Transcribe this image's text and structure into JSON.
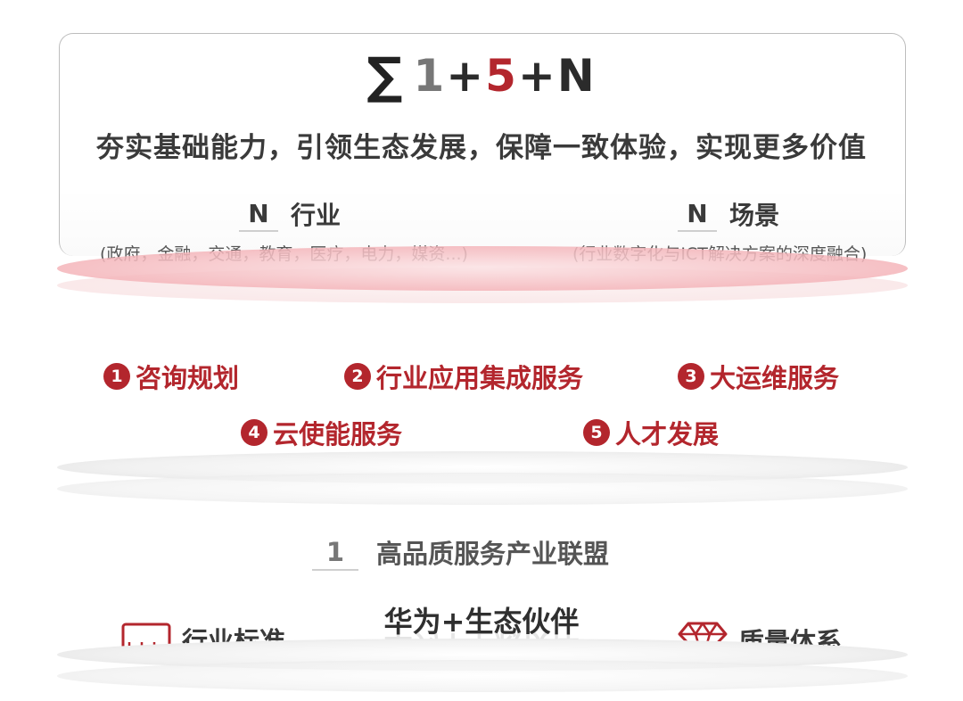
{
  "formula": {
    "sigma": "∑",
    "one": "1",
    "plus1": "+",
    "five": "5",
    "plus2": "+",
    "n": "N"
  },
  "slogan": "夯实基础能力，引领生态发展，保障一致体验，实现更多价值",
  "n_industry": {
    "mark": "N",
    "title": "行业",
    "subtitle": "(政府，金融，交通，教育，医疗，电力，媒资...)"
  },
  "n_scenario": {
    "mark": "N",
    "title": "场景",
    "subtitle": "(行业数字化与ICT解决方案的深度融合)"
  },
  "services": [
    {
      "num": "1",
      "label": "咨询规划"
    },
    {
      "num": "2",
      "label": "行业应用集成服务"
    },
    {
      "num": "3",
      "label": "大运维服务"
    },
    {
      "num": "4",
      "label": "云使能服务"
    },
    {
      "num": "5",
      "label": "人才发展"
    }
  ],
  "alliance": {
    "mark": "1",
    "title": "高品质服务产业联盟"
  },
  "partner": "华为+生态伙伴",
  "bottom_left": {
    "icon": "ruler-icon",
    "label": "行业标准"
  },
  "bottom_right": {
    "icon": "diamond-icon",
    "label": "质量体系"
  },
  "colors": {
    "accent": "#b3262d",
    "text": "#3a3a3a",
    "muted": "#777777"
  }
}
